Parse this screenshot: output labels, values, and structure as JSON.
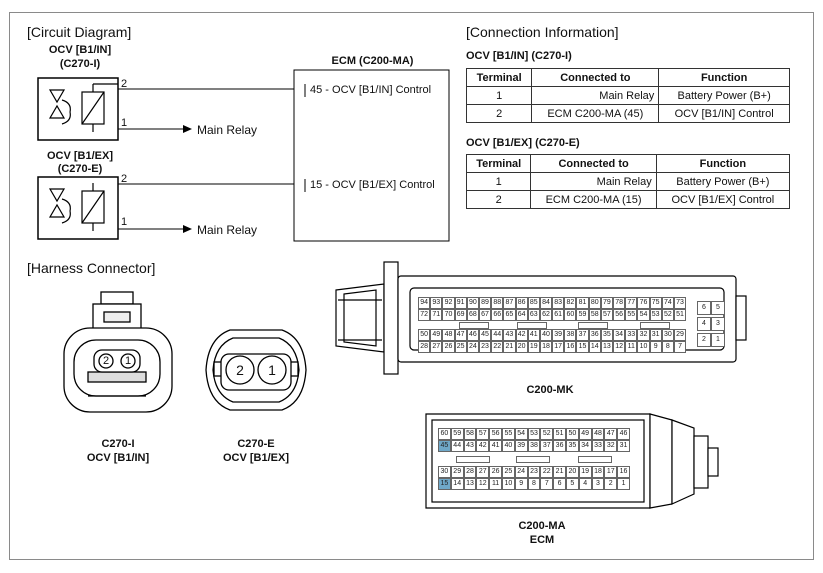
{
  "circuit": {
    "heading": "[Circuit Diagram]",
    "ocv_in": {
      "name": "OCV [B1/IN]",
      "code": "(C270-I)",
      "pin_top": "2",
      "pin_bottom": "1",
      "relay": "Main Relay"
    },
    "ocv_ex": {
      "name": "OCV [B1/EX]",
      "code": "(C270-E)",
      "pin_top": "2",
      "pin_bottom": "1",
      "relay": "Main Relay"
    },
    "ecm": {
      "title": "ECM (C200-MA)",
      "pin_in": "45 - OCV [B1/IN] Control",
      "pin_ex": "15 - OCV [B1/EX] Control"
    }
  },
  "connection": {
    "heading": "[Connection Information]",
    "headers": [
      "Terminal",
      "Connected to",
      "Function"
    ],
    "tables": [
      {
        "title": "OCV [B1/IN] (C270-I)",
        "rows": [
          [
            "1",
            "Main Relay",
            "Battery Power (B+)"
          ],
          [
            "2",
            "ECM C200-MA (45)",
            "OCV [B1/IN] Control"
          ]
        ]
      },
      {
        "title": "OCV [B1/EX] (C270-E)",
        "rows": [
          [
            "1",
            "Main Relay",
            "Battery Power (B+)"
          ],
          [
            "2",
            "ECM C200-MA (15)",
            "OCV [B1/EX] Control"
          ]
        ]
      }
    ]
  },
  "harness": {
    "heading": "[Harness Connector]",
    "c270i": {
      "pins": [
        "2",
        "1"
      ],
      "label1": "C270-I",
      "label2": "OCV [B1/IN]"
    },
    "c270e": {
      "pins": [
        "2",
        "1"
      ],
      "label1": "C270-E",
      "label2": "OCV [B1/EX]"
    },
    "c200mk": {
      "label": "C200-MK",
      "rows": [
        [
          "94",
          "93",
          "92",
          "91",
          "90",
          "89",
          "88",
          "87",
          "86",
          "85",
          "84",
          "83",
          "82",
          "81",
          "80",
          "79",
          "78",
          "77",
          "76",
          "75",
          "74",
          "73"
        ],
        [
          "72",
          "71",
          "70",
          "69",
          "68",
          "67",
          "66",
          "65",
          "64",
          "63",
          "62",
          "61",
          "60",
          "59",
          "58",
          "57",
          "56",
          "55",
          "54",
          "53",
          "52",
          "51"
        ],
        [
          "50",
          "49",
          "48",
          "47",
          "46",
          "45",
          "44",
          "43",
          "42",
          "41",
          "40",
          "39",
          "38",
          "37",
          "36",
          "35",
          "34",
          "33",
          "32",
          "31",
          "30",
          "29"
        ],
        [
          "28",
          "27",
          "26",
          "25",
          "24",
          "23",
          "22",
          "21",
          "20",
          "19",
          "18",
          "17",
          "16",
          "15",
          "14",
          "13",
          "12",
          "11",
          "10",
          "9",
          "8",
          "7"
        ]
      ],
      "side": [
        [
          "6",
          "5"
        ],
        [
          "4",
          "3"
        ],
        [
          "2",
          "1"
        ]
      ]
    },
    "c200ma": {
      "label1": "C200-MA",
      "label2": "ECM",
      "highlight": [
        "45",
        "15"
      ],
      "highlight_color": "#6fa8c8",
      "rows": [
        [
          "60",
          "59",
          "58",
          "57",
          "56",
          "55",
          "54",
          "53",
          "52",
          "51",
          "50",
          "49",
          "48",
          "47",
          "46"
        ],
        [
          "45",
          "44",
          "43",
          "42",
          "41",
          "40",
          "39",
          "38",
          "37",
          "36",
          "35",
          "34",
          "33",
          "32",
          "31"
        ],
        [
          "30",
          "29",
          "28",
          "27",
          "26",
          "25",
          "24",
          "23",
          "22",
          "21",
          "20",
          "19",
          "18",
          "17",
          "16"
        ],
        [
          "15",
          "14",
          "13",
          "12",
          "11",
          "10",
          "9",
          "8",
          "7",
          "6",
          "5",
          "4",
          "3",
          "2",
          "1"
        ]
      ]
    }
  }
}
